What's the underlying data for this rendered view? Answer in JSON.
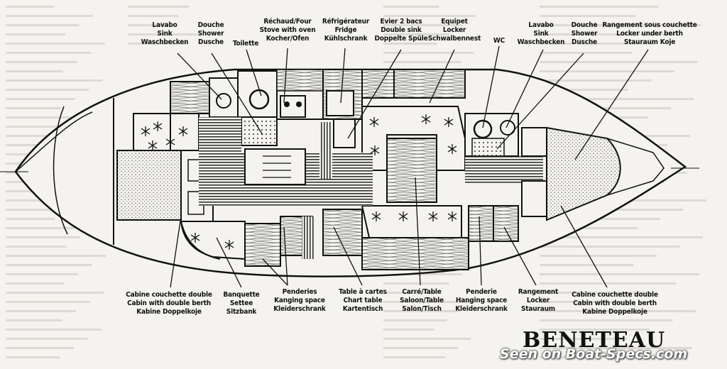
{
  "labels": {
    "lavabo_fwd": [
      "Lavabo",
      "Sink",
      "Waschbecken"
    ],
    "douche_fwd": [
      "Douche",
      "Shower",
      "Dusche"
    ],
    "toilette": [
      "Toilette"
    ],
    "rechaud": [
      "Réchaud/Four",
      "Stove with oven",
      "Kocher/Ofen"
    ],
    "refrigerateur": [
      "Réfrigérateur",
      "Fridge",
      "Kühlschrank"
    ],
    "evier": [
      "Evier 2 bacs",
      "Double sink",
      "Doppelte Spüle"
    ],
    "equipet": [
      "Equipet",
      "Locker",
      "Schwalbennest"
    ],
    "wc": [
      "WC"
    ],
    "lavabo_aft": [
      "Lavabo",
      "Sink",
      "Waschbecken"
    ],
    "douche_aft": [
      "Douche",
      "Shower",
      "Dusche"
    ],
    "rangement_top": [
      "Rangement sous couchette",
      "Locker under berth",
      "Stauraum Koje"
    ],
    "cabine_left": [
      "Cabine couchette double",
      "Cabin with double berth",
      "Kabine Doppelkoje"
    ],
    "banquette": [
      "Banquette",
      "Settee",
      "Sitzbank"
    ],
    "penderies": [
      "Penderies",
      "Kanging space",
      "Kleiderschrank"
    ],
    "table_cartes": [
      "Table à cartes",
      "Chart table",
      "Kartentisch"
    ],
    "carre": [
      "Carré/Table",
      "Saloon/Table",
      "Salon/Tisch"
    ],
    "penderie": [
      "Penderie",
      "Hanging space",
      "Kleiderschrank"
    ],
    "rangement_bottom": [
      "Rangement",
      "Locker",
      "Stauraum"
    ],
    "cabine_right": [
      "Cabine couchette double",
      "Cabin with double berth",
      "Kabine Doppelkoje"
    ]
  },
  "brand": "BENETEAU",
  "watermark": "Seen on Boat-Specs.com",
  "colors": {
    "ink": "#111111",
    "paper": "#f4f3ef",
    "faded": "#cfcdc6",
    "wood": "#6b6b6b",
    "cushion": "#d9d7d0"
  }
}
